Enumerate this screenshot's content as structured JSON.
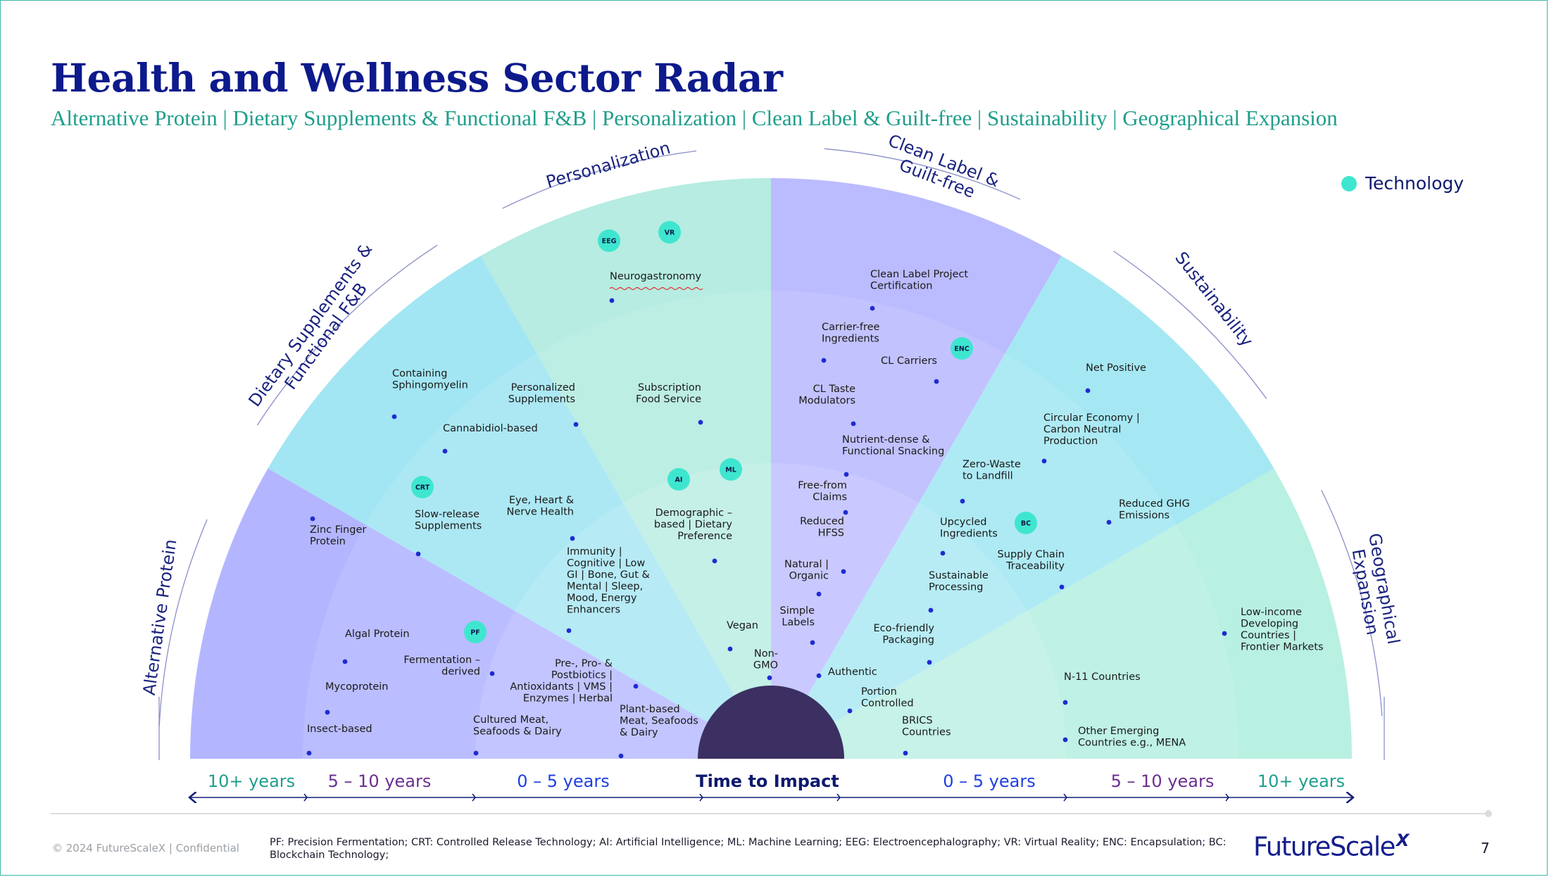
{
  "title": "Health and Wellness Sector Radar",
  "subtitle": "Alternative Protein | Dietary Supplements & Functional F&B | Personalization | Clean Label & Guilt-free | Sustainability | Geographical Expansion",
  "legend": {
    "label": "Technology",
    "color": "#3fe6cf"
  },
  "center_label": "Time to Impact",
  "sectors": [
    {
      "name": "Alternative Protein",
      "color": "#b3b6ff"
    },
    {
      "name": "Dietary Supplements & Functional F&B",
      "color": "#a3e6f3"
    },
    {
      "name": "Personalization",
      "color": "#b6ece1"
    },
    {
      "name": "Clean Label & Guilt-free",
      "color": "#bbbbff"
    },
    {
      "name": "Sustainability",
      "color": "#a5e8f3"
    },
    {
      "name": "Geographical Expansion",
      "color": "#b8f0e2"
    }
  ],
  "arc_labels": [
    {
      "lines": [
        "Alternative Protein"
      ]
    },
    {
      "lines": [
        "Dietary Supplements &",
        "Functional F&B"
      ]
    },
    {
      "lines": [
        "Personalization"
      ]
    },
    {
      "lines": [
        "Clean Label &",
        "Guilt-free"
      ]
    },
    {
      "lines": [
        "Sustainability"
      ]
    },
    {
      "lines": [
        "Geographical",
        "Expansion"
      ]
    }
  ],
  "time_labels": [
    {
      "text": "10+ years",
      "color": "#1f9e8c"
    },
    {
      "text": "5 – 10 years",
      "color": "#6b2f8f"
    },
    {
      "text": "0 – 5 years",
      "color": "#1f3fe0"
    },
    {
      "text": "0 – 5 years",
      "color": "#1f3fe0"
    },
    {
      "text": "5 – 10 years",
      "color": "#6b2f8f"
    },
    {
      "text": "10+ years",
      "color": "#1f9e8c"
    }
  ],
  "items": [
    {
      "lines": [
        "Zinc Finger",
        "Protein"
      ]
    },
    {
      "lines": [
        "Algal Protein"
      ]
    },
    {
      "lines": [
        "Mycoprotein"
      ]
    },
    {
      "lines": [
        "Insect-based"
      ]
    },
    {
      "lines": [
        "Fermentation –",
        "derived"
      ]
    },
    {
      "lines": [
        "Cultured Meat,",
        "Seafoods & Dairy"
      ]
    },
    {
      "lines": [
        "Pre-, Pro- &",
        "Postbiotics |",
        "Antioxidants | VMS |",
        "Enzymes | Herbal"
      ]
    },
    {
      "lines": [
        "Plant-based",
        "Meat, Seafoods",
        "& Dairy"
      ]
    },
    {
      "lines": [
        "Containing",
        "Sphingomyelin"
      ]
    },
    {
      "lines": [
        "Cannabidiol-based"
      ]
    },
    {
      "lines": [
        "Slow-release",
        "Supplements"
      ]
    },
    {
      "lines": [
        "Personalized",
        "Supplements"
      ]
    },
    {
      "lines": [
        "Eye, Heart &",
        "Nerve Health"
      ]
    },
    {
      "lines": [
        "Immunity |",
        "Cognitive | Low",
        "GI | Bone, Gut &",
        "Mental | Sleep,",
        "Mood, Energy",
        "Enhancers"
      ]
    },
    {
      "lines": [
        "Neurogastronomy"
      ]
    },
    {
      "lines": [
        "Subscription",
        "Food Service"
      ]
    },
    {
      "lines": [
        "Demographic –",
        "based | Dietary",
        "Preference"
      ]
    },
    {
      "lines": [
        "Vegan"
      ]
    },
    {
      "lines": [
        "Clean Label Project",
        "Certification"
      ]
    },
    {
      "lines": [
        "Carrier-free",
        "Ingredients"
      ]
    },
    {
      "lines": [
        "CL Carriers"
      ]
    },
    {
      "lines": [
        "CL Taste",
        "Modulators"
      ]
    },
    {
      "lines": [
        "Nutrient-dense &",
        "Functional Snacking"
      ]
    },
    {
      "lines": [
        "Free-from",
        "Claims"
      ]
    },
    {
      "lines": [
        "Reduced",
        "HFSS"
      ]
    },
    {
      "lines": [
        "Natural |",
        "Organic"
      ]
    },
    {
      "lines": [
        "Simple",
        "Labels"
      ]
    },
    {
      "lines": [
        "Non-",
        "GMO"
      ]
    },
    {
      "lines": [
        "Authentic"
      ]
    },
    {
      "lines": [
        "Net Positive"
      ]
    },
    {
      "lines": [
        "Circular Economy |",
        "Carbon Neutral",
        "Production"
      ]
    },
    {
      "lines": [
        "Zero-Waste",
        "to Landfill"
      ]
    },
    {
      "lines": [
        "Reduced GHG",
        "Emissions"
      ]
    },
    {
      "lines": [
        "Upcycled",
        "Ingredients"
      ]
    },
    {
      "lines": [
        "Supply Chain",
        "Traceability"
      ]
    },
    {
      "lines": [
        "Sustainable",
        "Processing"
      ]
    },
    {
      "lines": [
        "Eco-friendly",
        "Packaging"
      ]
    },
    {
      "lines": [
        "Portion",
        "Controlled"
      ]
    },
    {
      "lines": [
        "Low-income",
        "Developing",
        "Countries |",
        "Frontier Markets"
      ]
    },
    {
      "lines": [
        "N-11 Countries"
      ]
    },
    {
      "lines": [
        "Other Emerging",
        "Countries e.g., MENA"
      ]
    },
    {
      "lines": [
        "BRICS",
        "Countries"
      ]
    }
  ],
  "tech_badges": [
    "EEG",
    "VR",
    "ENC",
    "CRT",
    "AI",
    "ML",
    "BC",
    "PF"
  ],
  "footer": {
    "copyright": "© 2024 FutureScaleX | Confidential",
    "abbreviations": "PF: Precision Fermentation; CRT: Controlled Release Technology; AI: Artificial Intelligence; ML: Machine Learning; EEG: Electroencephalography; VR: Virtual Reality; ENC: Encapsulation; BC: Blockchain Technology;",
    "brand": "FutureScale",
    "brand_mark": "X",
    "page": "7"
  }
}
